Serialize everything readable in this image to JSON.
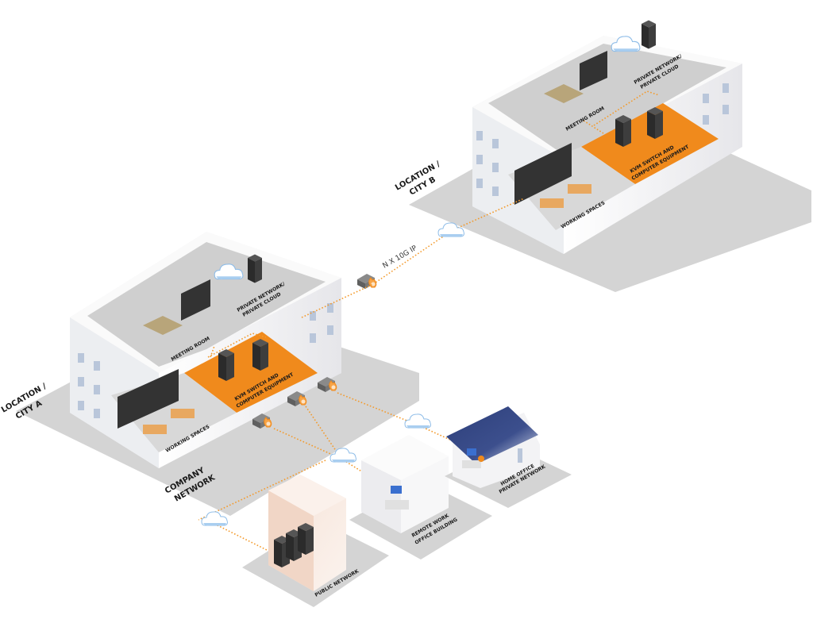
{
  "diagram": {
    "title": "KVM over IP multi-location network",
    "accent_color": "#f08a1c",
    "cloud_color": "#a9cef0",
    "ground_color": "#d4d4d4",
    "locations": [
      {
        "id": "city_a",
        "label_line1": "LOCATION /",
        "label_line2": "CITY A",
        "network_label_line1": "COMPANY",
        "network_label_line2": "NETWORK",
        "rooms": {
          "meeting_room": "MEETING ROOM",
          "private_cloud_line1": "PRIVATE NETWORK/",
          "private_cloud_line2": "PRIVATE CLOUD",
          "kvm_line1": "KVM SWITCH AND",
          "kvm_line2": "COMPUTER EQUIPMENT",
          "working_spaces": "WORKING SPACES"
        }
      },
      {
        "id": "city_b",
        "label_line1": "LOCATION /",
        "label_line2": "CITY B",
        "rooms": {
          "meeting_room": "MEETING ROOM",
          "private_cloud_line1": "PRIVATE NETWORK/",
          "private_cloud_line2": "PRIVATE CLOUD",
          "kvm_line1": "KVM SWITCH AND",
          "kvm_line2": "COMPUTER EQUIPMENT",
          "working_spaces": "WORKING SPACES"
        }
      }
    ],
    "link_label": "N X 10G IP",
    "remote_sites": [
      {
        "id": "public",
        "label_line1": "PUBLIC NETWORK",
        "label_line2": ""
      },
      {
        "id": "remote_office",
        "label_line1": "REMOTE WORK",
        "label_line2": "OFFICE BUILDING"
      },
      {
        "id": "home_office",
        "label_line1": "HOME OFFICE",
        "label_line2": "PRIVATE NETWORK"
      }
    ],
    "icons": [
      "cloud-icon",
      "firewall-icon",
      "server-rack-icon",
      "video-wall-icon",
      "workstation-icon",
      "meeting-table-icon"
    ]
  }
}
